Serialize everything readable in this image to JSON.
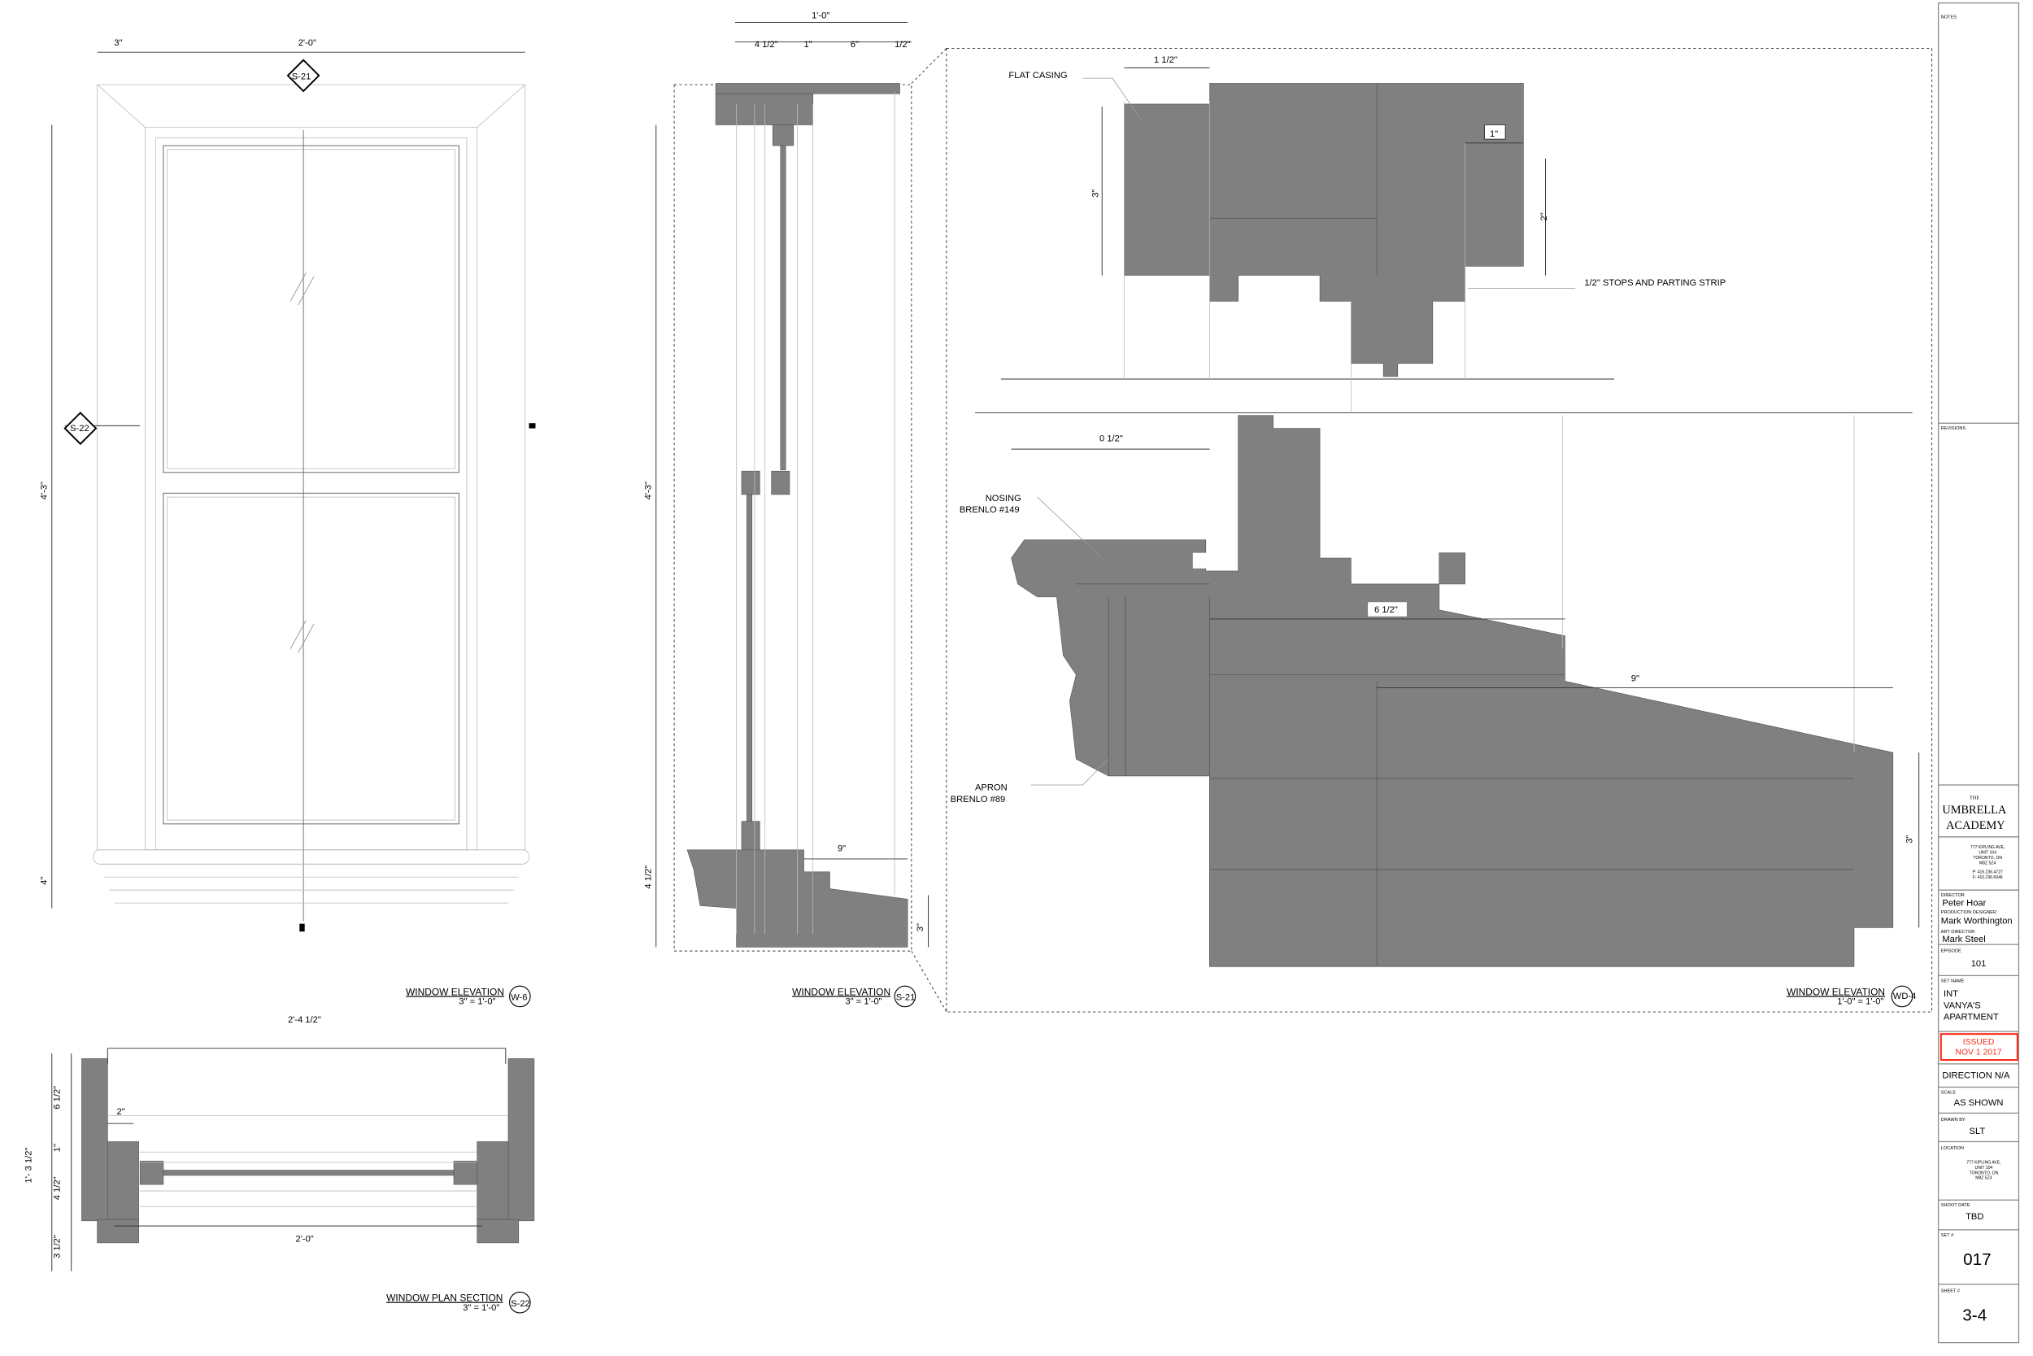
{
  "views": {
    "elevation_w6": {
      "title": "WINDOW ELEVATION",
      "scale": "3\" = 1'-0\"",
      "tag": "W-6",
      "dims": {
        "top_left": "3\"",
        "top_width": "2'-0\"",
        "height": "4'-3\"",
        "sill": "4\""
      },
      "section_marks": [
        "S-21",
        "S-22"
      ]
    },
    "section_s21": {
      "title": "WINDOW ELEVATION",
      "scale": "3\" = 1'-0\"",
      "tag": "S-21",
      "dims": {
        "overall": "1'-0\"",
        "d1": "4 1/2\"",
        "d2": "1\"",
        "d3": "6\"",
        "d4": "1/2\"",
        "height": "4'-3\"",
        "sill_h": "4 1/2\"",
        "sill_w": "9\"",
        "sill_drop": "3\""
      }
    },
    "detail_wd4": {
      "title": "WINDOW ELEVATION",
      "scale": "1'-0\" = 1'-0\"",
      "tag": "WD-4",
      "labels": {
        "flat_casing": "FLAT CASING",
        "stops": "1/2\" STOPS AND PARTING STRIP",
        "nosing": "NOSING\nBRENLO #149",
        "nosing_1": "NOSING",
        "nosing_2": "BRENLO #149",
        "apron_1": "APRON",
        "apron_2": "BRENLO #89"
      },
      "dims": {
        "casing_w": "1 1/2\"",
        "casing_h": "3\"",
        "stop_w": "1\"",
        "stop_h": "2\"",
        "nosing_w": "0 1/2\"",
        "sill_a": "6 1/2\"",
        "sill_b": "9\"",
        "sill_c": "3\""
      }
    },
    "plan_s22": {
      "title": "WINDOW PLAN SECTION",
      "scale": "3\" = 1'-0\"",
      "tag": "S-22",
      "dims": {
        "overall_w": "2'-4 1/2\"",
        "inner_w": "2'-0\"",
        "reveal": "2\"",
        "total_d": "1'- 3 1/2\"",
        "d1": "6 1/2\"",
        "d2": "1\"",
        "d3": "4 1/2\"",
        "d4": "3 1/2\""
      }
    }
  },
  "title_block": {
    "notes_label": "NOTES",
    "revisions_label": "REVISIONS",
    "logo": {
      "the": "THE",
      "line1": "UMBRELLA",
      "line2": "ACADEMY"
    },
    "address": [
      "777 KIPLING AVE,",
      "UNIT 104",
      "TORONTO, ON",
      "M8Z 5Z4"
    ],
    "phone": "P: 416.236.4727",
    "fax": "F: 416.236.6046",
    "director_label": "DIRECTOR",
    "director": "Peter Hoar",
    "designer_label": "PRODUCTION DESIGNER",
    "designer": "Mark Worthington",
    "art_director_label": "ART DIRECTOR",
    "art_director": "Mark Steel",
    "episode_label": "EPISODE",
    "episode": "101",
    "set_name_label": "SET NAME",
    "set_name": [
      "INT",
      "VANYA'S",
      "APARTMENT"
    ],
    "issued": [
      "ISSUED",
      "NOV 1 2017"
    ],
    "direction": "DIRECTION N/A",
    "scale_label": "SCALE",
    "scale": "AS SHOWN",
    "drawn_by_label": "DRAWN BY",
    "drawn_by": "SLT",
    "location_label": "LOCATION",
    "location": [
      "777 KIPLING AVE,",
      "UNIT 104",
      "TORONTO, ON",
      "M8Z 5Z4"
    ],
    "shoot_date_label": "SHOOT DATE",
    "shoot_date": "TBD",
    "set_no_label": "SET #",
    "set_no": "017",
    "sheet_no_label": "SHEET #",
    "sheet_no": "3-4"
  },
  "colors": {
    "fill": "#808080",
    "issued": "#ff2a1a"
  }
}
